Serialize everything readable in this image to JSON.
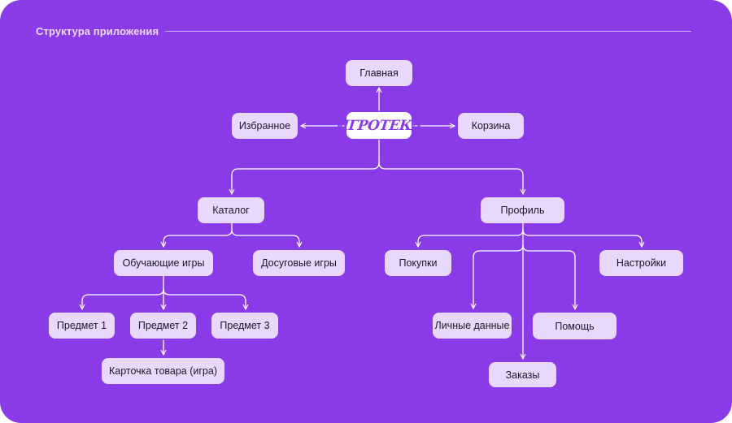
{
  "header": {
    "title": "Структура приложения"
  },
  "logo": {
    "text": "ИГРОТЕКА"
  },
  "colors": {
    "background": "#8a3be8",
    "node": "#e8d9fc",
    "line": "#ffffff"
  },
  "nodes": {
    "main": "Главная",
    "favorites": "Избранное",
    "cart": "Корзина",
    "catalog": "Каталог",
    "profile": "Профиль",
    "educational_games": "Обучающие игры",
    "leisure_games": "Досуговые игры",
    "subject_1": "Предмет 1",
    "subject_2": "Предмет 2",
    "subject_3": "Предмет 3",
    "product_card": "Карточка товара (игра)",
    "purchases": "Покупки",
    "settings": "Настройки",
    "personal_data": "Личные данные",
    "help": "Помощь",
    "orders": "Заказы"
  }
}
